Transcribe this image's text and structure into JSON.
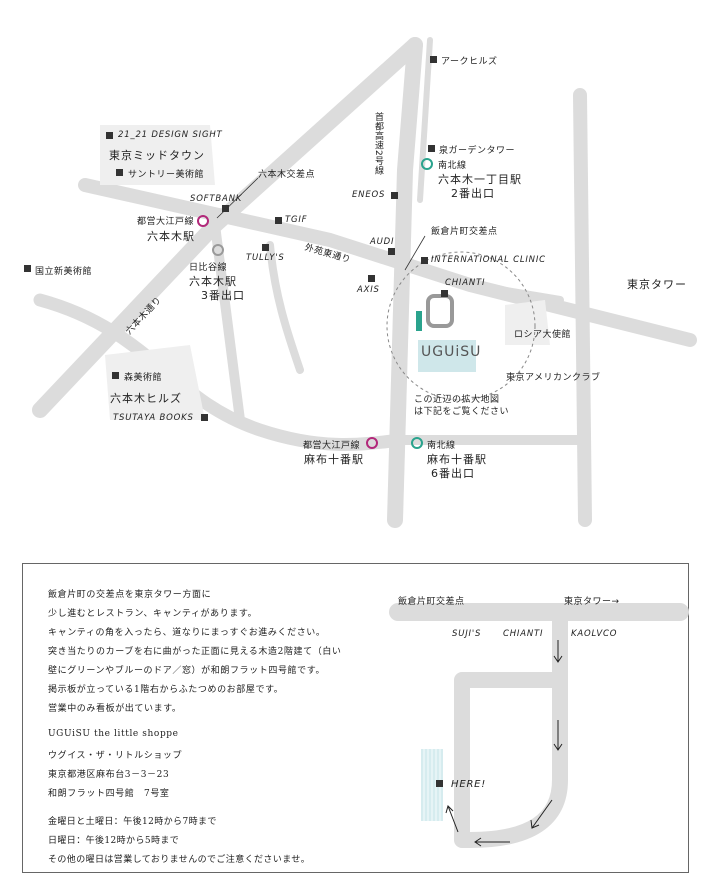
{
  "colors": {
    "road": "#dcdcdc",
    "accent_green": "#2aa38d",
    "accent_magenta": "#b2287a",
    "gray_ring": "#9a9a9a",
    "shop_teal": "#cfe7ea",
    "text": "#222222"
  },
  "map": {
    "landmarks": {
      "ark_hills": "アークヒルズ",
      "design_sight": "21_21 DESIGN SIGHT",
      "midtown": "東京ミッドタウン",
      "suntory": "サントリー美術館",
      "softbank": "SOFTBANK",
      "tgif": "TGIF",
      "tullys": "TULLY'S",
      "national_art": "国立新美術館",
      "izumi_garden": "泉ガーデンタワー",
      "eneos": "ENEOS",
      "audi": "AUDI",
      "axis": "AXIS",
      "intl_clinic": "INTERNATIONAL CLINIC",
      "chianti": "CHIANTI",
      "tokyo_tower": "東京タワー",
      "russia_embassy": "ロシア大使館",
      "american_club": "東京アメリカンクラブ",
      "mori_museum": "森美術館",
      "hills": "六本木ヒルズ",
      "tsutaya": "TSUTAYA BOOKS",
      "shop_logo": "UGUiSU"
    },
    "roads": {
      "shuto": "首都高速2号線",
      "gaien": "外苑東通り",
      "roppongi_dori": "六本木通り"
    },
    "intersections": {
      "roppongi": "六本木交差点",
      "iikura": "飯倉片町交差点"
    },
    "stations": {
      "oedo_roppongi_line": "都営大江戸線",
      "oedo_roppongi_name": "六本木駅",
      "hibiya_line": "日比谷線",
      "hibiya_station": "六本木駅",
      "hibiya_exit": "3番出口",
      "nanboku_1chome_line": "南北線",
      "nanboku_1chome_station": "六本木一丁目駅",
      "nanboku_1chome_exit": "2番出口",
      "oedo_azabu_line": "都営大江戸線",
      "oedo_azabu_name": "麻布十番駅",
      "nanboku_azabu_line": "南北線",
      "nanboku_azabu_station": "麻布十番駅",
      "nanboku_azabu_exit": "6番出口"
    },
    "note_line1": "この近辺の拡大地図",
    "note_line2": "は下記をご覧ください"
  },
  "info": {
    "directions": [
      "飯倉片町の交差点を東京タワー方面に",
      "少し進むとレストラン、キャンティがあります。",
      "キャンティの角を入ったら、道なりにまっすぐお進みください。",
      "突き当たりのカーブを右に曲がった正面に見える木造2階建て（白い",
      "壁にグリーンやブルーのドア／窓）が和朗フラット四号館です。",
      "掲示板が立っている1階右からふたつめのお部屋です。",
      "営業中のみ看板が出ています。"
    ],
    "shop_name": "UGUiSU the little shoppe",
    "shop_kana": "ウグイス・ザ・リトルショップ",
    "address": "東京都港区麻布台3－3－23",
    "building": "和朗フラット四号館　7号室",
    "hours": [
      "金曜日と土曜日：午後12時から7時まで",
      "日曜日：午後12時から5時まで",
      "その他の曜日は営業しておりませんのでご注意くださいませ。"
    ]
  },
  "detail_map": {
    "iikura": "飯倉片町交差点",
    "tokyo_tower": "東京タワー→",
    "sujis": "SUJI'S",
    "chianti": "CHIANTI",
    "kaolvco": "KAOLVCO",
    "here": "HERE!"
  }
}
